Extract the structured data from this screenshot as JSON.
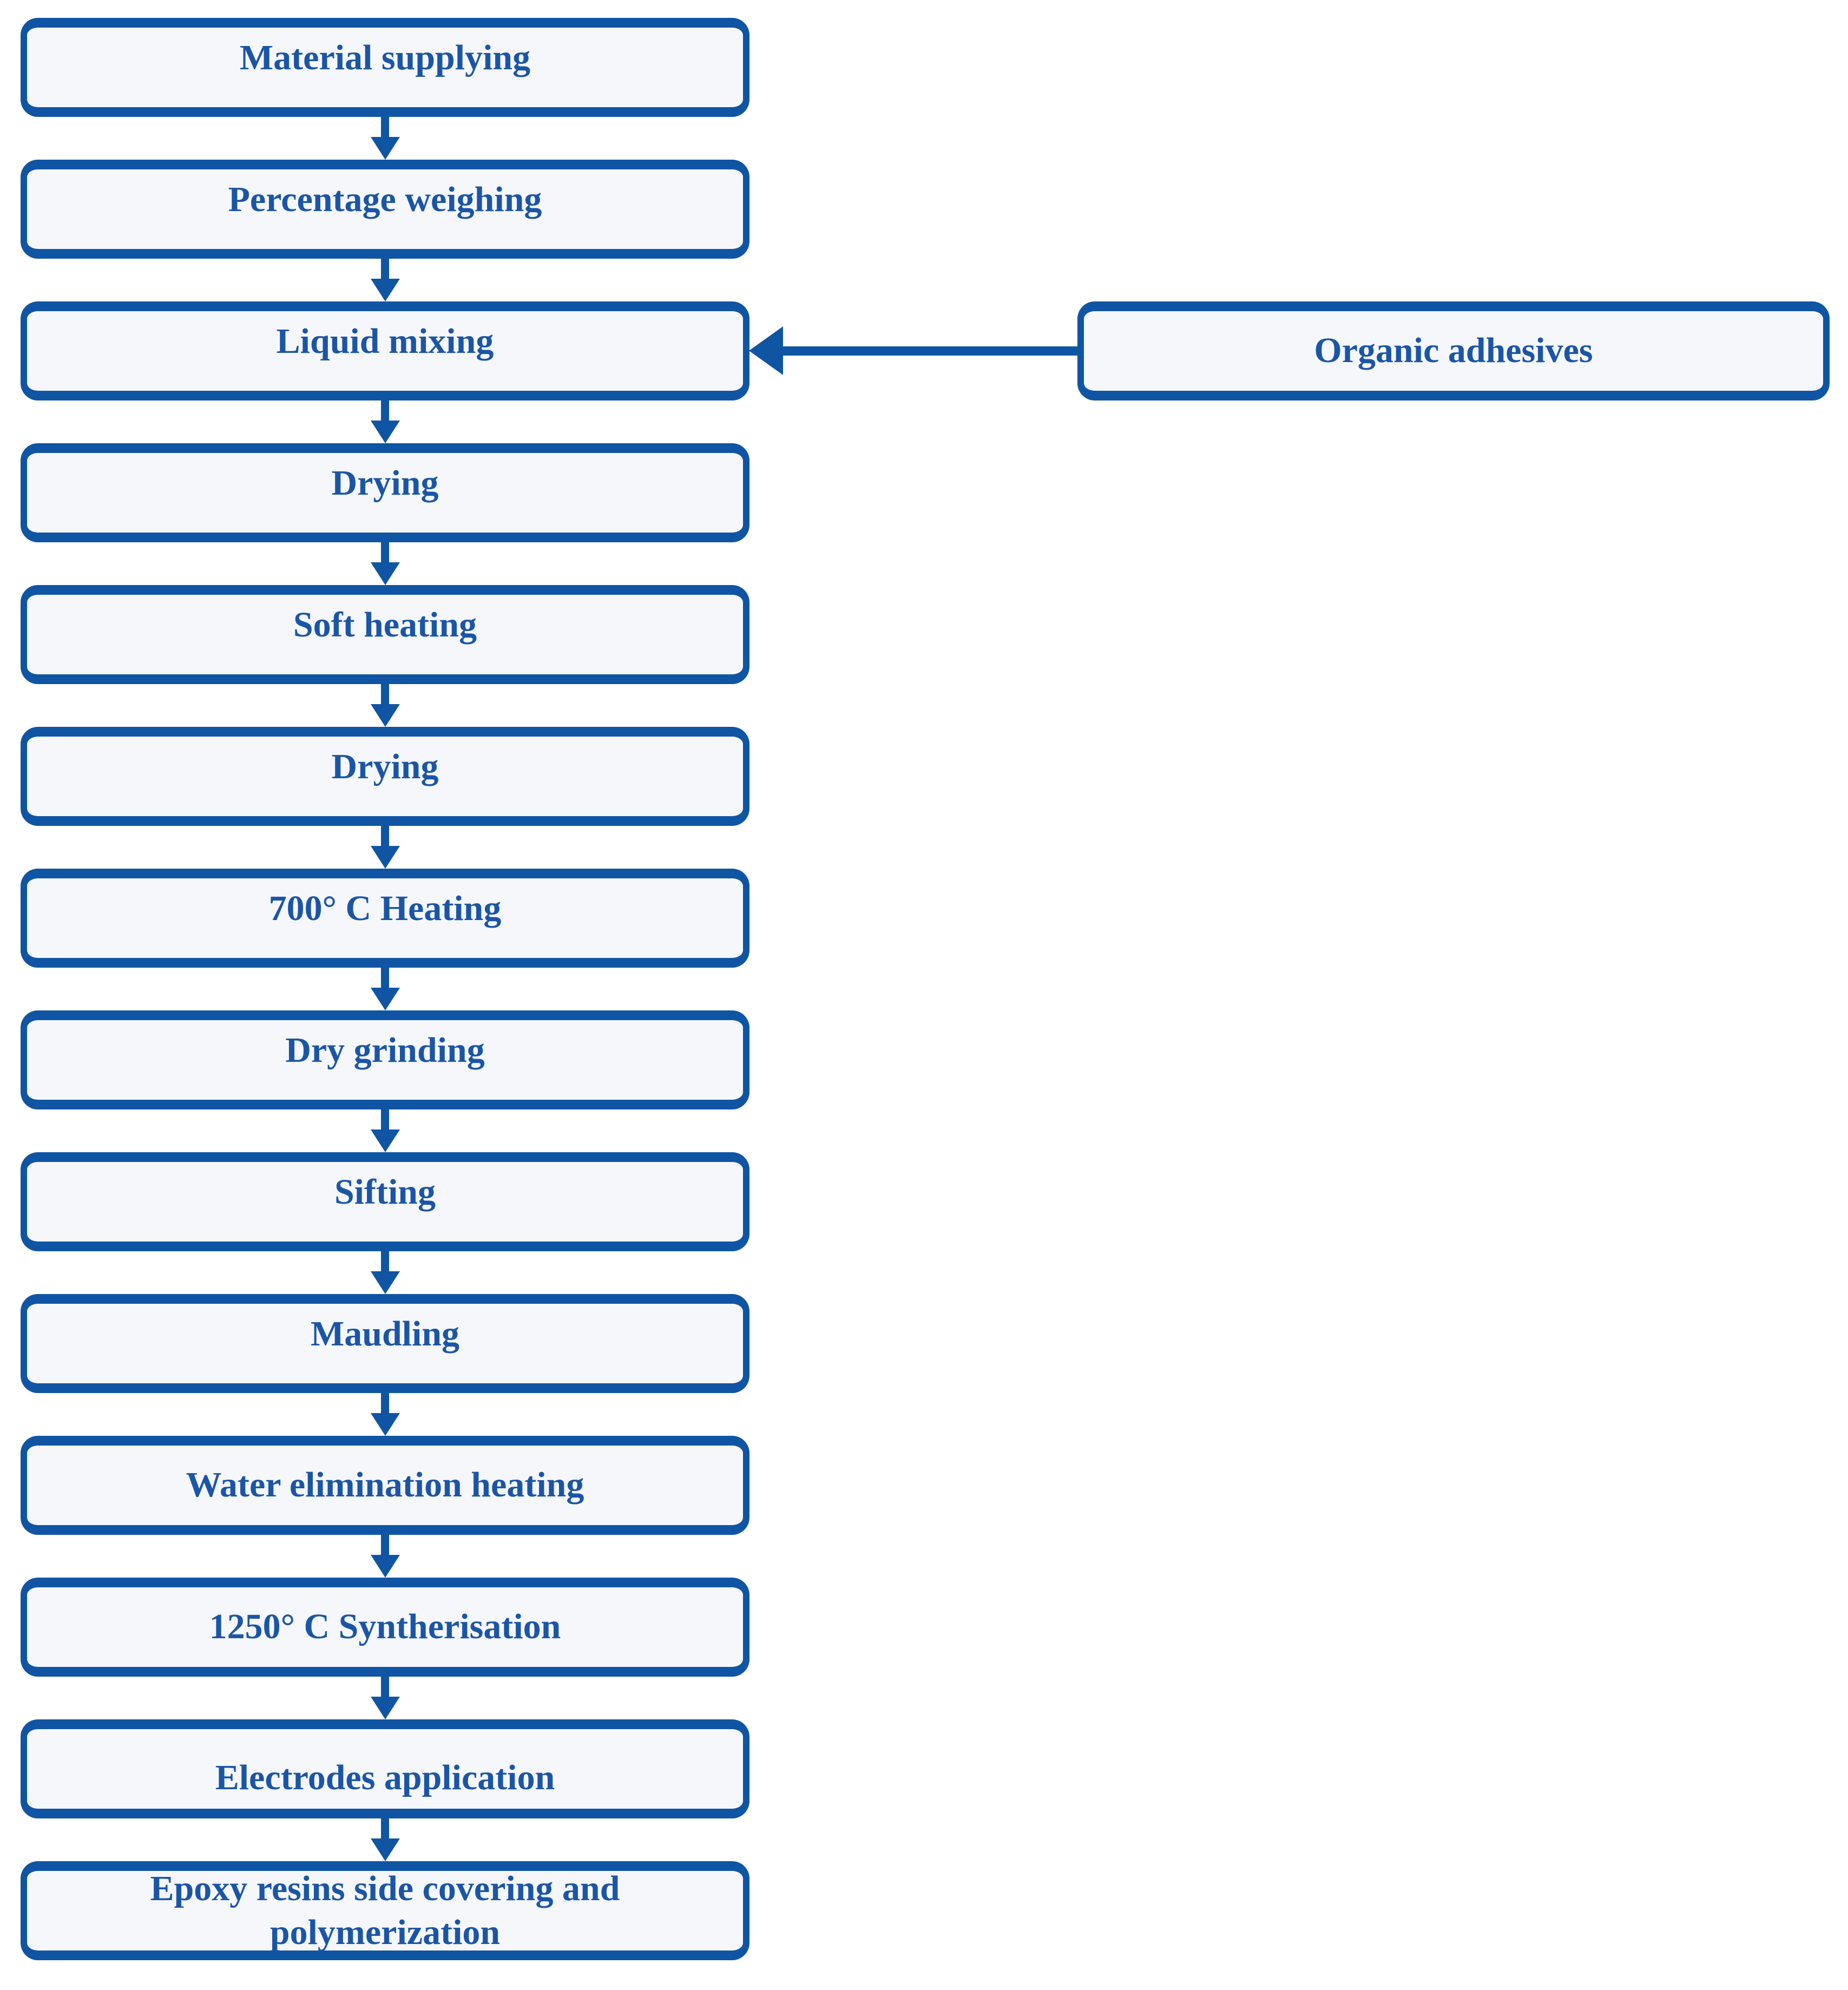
{
  "colors": {
    "accent": "#0f55a4",
    "text": "#1b55a6",
    "box_fill": "#f5f7fb",
    "background": "#ffffff"
  },
  "flowchart": {
    "type": "process-flow-diagram",
    "main_nodes": [
      {
        "id": "material-supplying",
        "label": "Material supplying"
      },
      {
        "id": "percentage-weighing",
        "label": "Percentage weighing"
      },
      {
        "id": "liquid-mixing",
        "label": "Liquid mixing"
      },
      {
        "id": "drying-1",
        "label": "Drying"
      },
      {
        "id": "soft-heating",
        "label": "Soft heating"
      },
      {
        "id": "drying-2",
        "label": "Drying"
      },
      {
        "id": "heating-700",
        "label": "700° C Heating"
      },
      {
        "id": "dry-grinding",
        "label": "Dry grinding"
      },
      {
        "id": "sifting",
        "label": "Sifting"
      },
      {
        "id": "maudling",
        "label": "Maudling"
      },
      {
        "id": "water-elimination-heating",
        "label": "Water elimination heating"
      },
      {
        "id": "syntherisation-1250",
        "label": "1250° C Syntherisation"
      },
      {
        "id": "electrodes-application",
        "label": "Electrodes application"
      },
      {
        "id": "epoxy-covering",
        "label": "Epoxy resins side covering and\npolymerization"
      }
    ],
    "side_node": {
      "id": "organic-adhesives",
      "label": "Organic adhesives"
    },
    "edges": [
      {
        "from": "material-supplying",
        "to": "percentage-weighing"
      },
      {
        "from": "percentage-weighing",
        "to": "liquid-mixing"
      },
      {
        "from": "liquid-mixing",
        "to": "drying-1"
      },
      {
        "from": "drying-1",
        "to": "soft-heating"
      },
      {
        "from": "soft-heating",
        "to": "drying-2"
      },
      {
        "from": "drying-2",
        "to": "heating-700"
      },
      {
        "from": "heating-700",
        "to": "dry-grinding"
      },
      {
        "from": "dry-grinding",
        "to": "sifting"
      },
      {
        "from": "sifting",
        "to": "maudling"
      },
      {
        "from": "maudling",
        "to": "water-elimination-heating"
      },
      {
        "from": "water-elimination-heating",
        "to": "syntherisation-1250"
      },
      {
        "from": "syntherisation-1250",
        "to": "electrodes-application"
      },
      {
        "from": "electrodes-application",
        "to": "epoxy-covering"
      },
      {
        "from": "organic-adhesives",
        "to": "liquid-mixing"
      }
    ]
  }
}
